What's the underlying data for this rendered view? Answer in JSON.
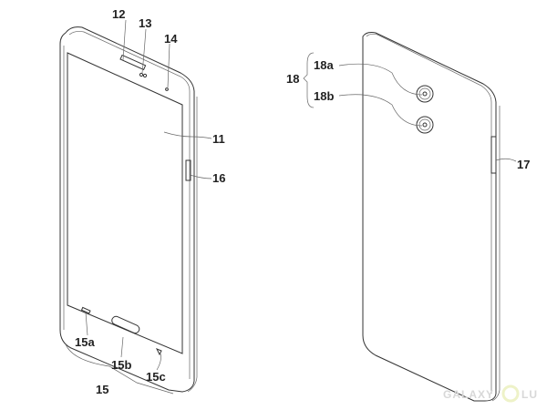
{
  "figure": {
    "type": "patent drawing",
    "front_view": {
      "labels": [
        {
          "id": "12",
          "text": "12",
          "meaning": "speaker grille"
        },
        {
          "id": "13",
          "text": "13",
          "meaning": "front sensors"
        },
        {
          "id": "14",
          "text": "14",
          "meaning": "front camera"
        },
        {
          "id": "11",
          "text": "11",
          "meaning": "display"
        },
        {
          "id": "16",
          "text": "16",
          "meaning": "side button"
        },
        {
          "id": "15a",
          "text": "15a",
          "meaning": "left key"
        },
        {
          "id": "15b",
          "text": "15b",
          "meaning": "home button"
        },
        {
          "id": "15c",
          "text": "15c",
          "meaning": "right key"
        },
        {
          "id": "15",
          "text": "15",
          "meaning": "key group"
        }
      ]
    },
    "back_view": {
      "labels": [
        {
          "id": "18",
          "text": "18",
          "meaning": "dual camera module"
        },
        {
          "id": "18a",
          "text": "18a",
          "meaning": "camera lens a"
        },
        {
          "id": "18b",
          "text": "18b",
          "meaning": "camera lens b"
        },
        {
          "id": "17",
          "text": "17",
          "meaning": "side buttons"
        }
      ]
    }
  },
  "watermark": {
    "text": "GALAXY",
    "suffix": "LU"
  }
}
